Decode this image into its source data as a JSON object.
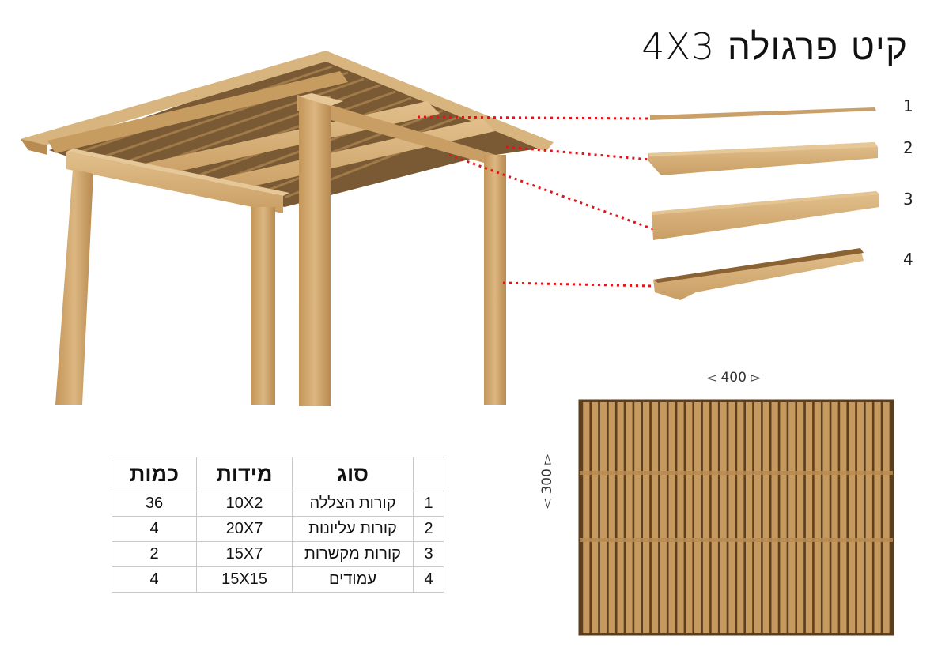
{
  "title": "קיט פרגולה 4X3",
  "callout_numbers": [
    "1",
    "2",
    "3",
    "4"
  ],
  "table": {
    "headers": {
      "index": "",
      "type": "סוג",
      "size": "מידות",
      "qty": "כמות"
    },
    "rows": [
      {
        "index": "1",
        "type": "קורות הצללה",
        "size": "10X2",
        "qty": "36"
      },
      {
        "index": "2",
        "type": "קורות עליונות",
        "size": "20X7",
        "qty": "4"
      },
      {
        "index": "3",
        "type": "קורות מקשרות",
        "size": "15X7",
        "qty": "2"
      },
      {
        "index": "4",
        "type": "עמודים",
        "size": "15X15",
        "qty": "4"
      }
    ]
  },
  "plan": {
    "width_label": "◅ 400 ▻",
    "depth_label": "◅ 300 ▻",
    "slat_count": 36
  },
  "colors": {
    "wood_light": "#d9b57e",
    "wood_mid": "#c69a5e",
    "wood_dark": "#8a6234",
    "leader_line": "#e0151b"
  }
}
